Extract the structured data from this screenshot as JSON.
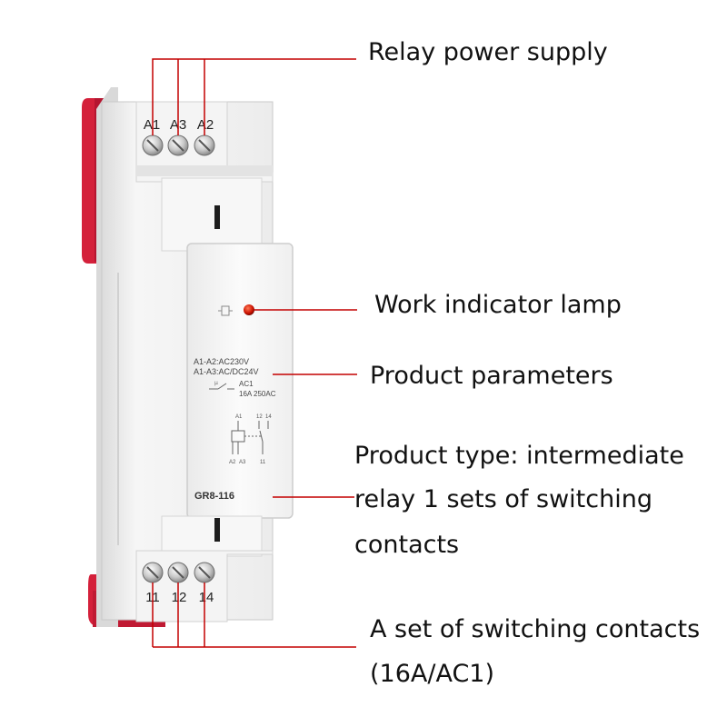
{
  "terminals": {
    "top": [
      "A1",
      "A3",
      "A2"
    ],
    "bottom": [
      "11",
      "12",
      "14"
    ]
  },
  "panel": {
    "spec_line_1": "A1-A2:AC230V",
    "spec_line_2": "A1-A3:AC/DC24V",
    "category": "AC1",
    "rating": "16A 250AC",
    "model": "GR8-116",
    "schematic_labels": [
      "A1",
      "12",
      "14",
      "A2",
      "A3",
      "11"
    ]
  },
  "callouts": {
    "power_supply": "Relay power supply",
    "indicator_lamp": "Work indicator lamp",
    "parameters": "Product parameters",
    "type_lines": [
      "Product type: intermediate",
      "relay 1 sets of switching",
      "contacts"
    ],
    "contacts_lines": [
      "A set of switching contacts",
      "(16A/AC1)"
    ]
  },
  "colors": {
    "leader_line": "#c40000",
    "din_clip": "#d4203a",
    "indicator_led": "#cc1100",
    "housing": "#f3f3f3"
  }
}
